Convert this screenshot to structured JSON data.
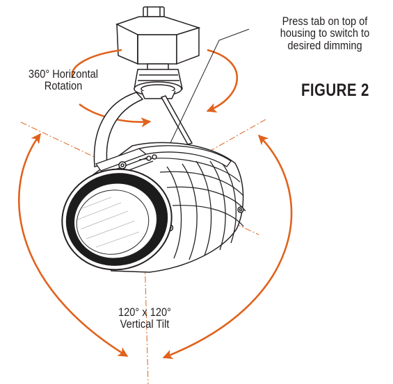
{
  "figure_title": "FIGURE 2",
  "labels": {
    "tab_note": [
      "Press tab on top of",
      "housing to switch to",
      "desired dimming"
    ],
    "rotation": [
      "360° Horizontal",
      "Rotation"
    ],
    "tilt": [
      "120° x 120°",
      "Vertical Tilt"
    ]
  },
  "colors": {
    "arrow": "#e0621c",
    "line": "#231f20",
    "centerline": "#e0621c"
  },
  "icons": [
    "track-adapter",
    "swivel-joint",
    "yoke-arm",
    "lamp-housing",
    "lens",
    "rotation-arrow",
    "tilt-arrow"
  ]
}
